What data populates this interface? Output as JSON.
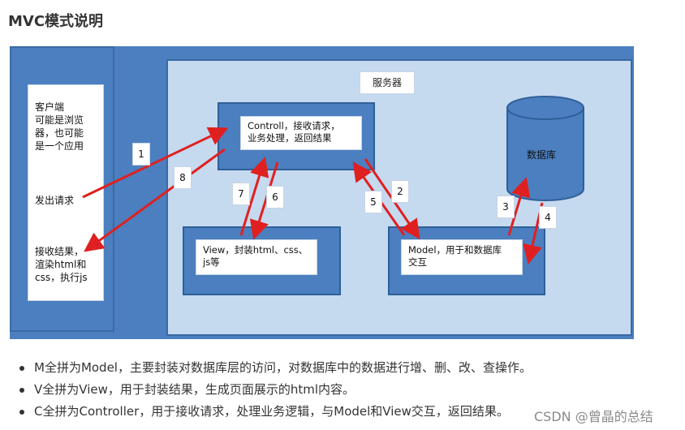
{
  "heading": "MVC模式说明",
  "diagram": {
    "client_lines": [
      "客户端",
      "可能是浏览",
      "器，也可能",
      "是一个应用"
    ],
    "send_request": "发出请求",
    "receive_lines": [
      "接收结果，",
      "渲染html和",
      "css，执行js"
    ],
    "server_label": "服务器",
    "controller_lines": [
      "Controll，接收请求，",
      "业务处理，返回结果"
    ],
    "view_lines": [
      "View，封装html、css、",
      "js等"
    ],
    "model_lines": [
      "Model，用于和数据库",
      "交互"
    ],
    "database_label": "数据库",
    "step_numbers": [
      "1",
      "2",
      "3",
      "4",
      "5",
      "6",
      "7",
      "8"
    ],
    "arrow_color": "#e02020"
  },
  "bullets": [
    "M全拼为Model，主要封装对数据库层的访问，对数据库中的数据进行增、删、改、查操作。",
    "V全拼为View，用于封装结果，生成页面展示的html内容。",
    "C全拼为Controller，用于接收请求，处理业务逻辑，与Model和View交互，返回结果。"
  ],
  "watermark": "CSDN @曾晶的总结"
}
